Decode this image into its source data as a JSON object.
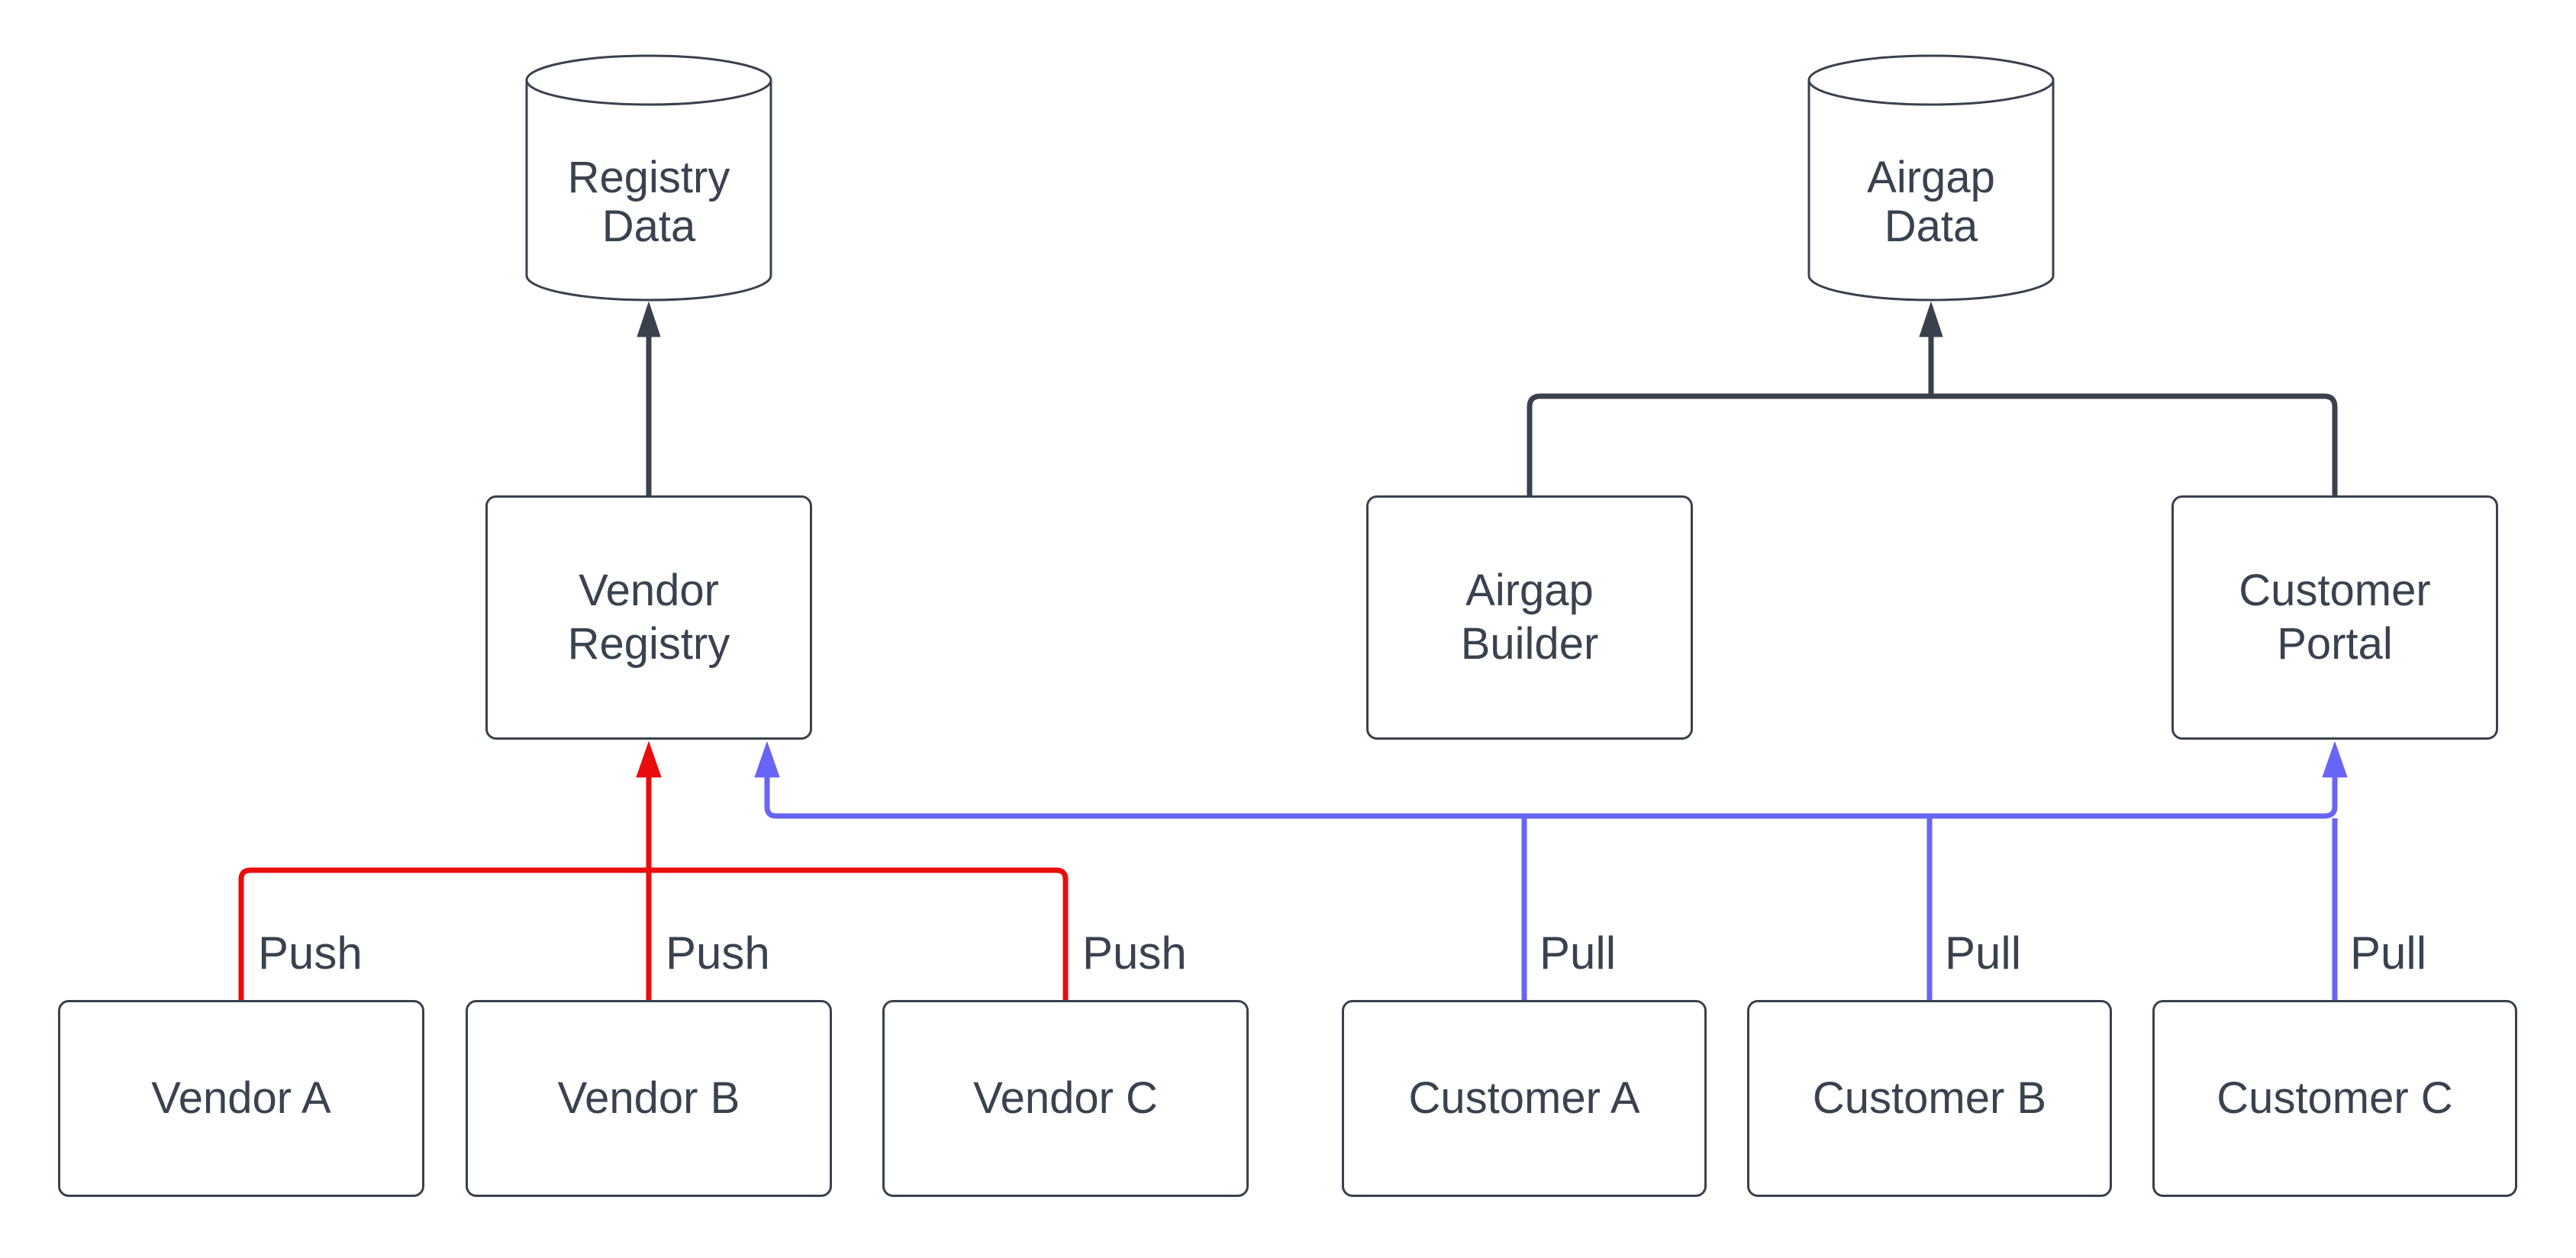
{
  "diagram": {
    "colors": {
      "flow": "#3A414D",
      "push": "#E90D0D",
      "pull": "#6865F6",
      "text": "#39424E"
    },
    "datastores": [
      {
        "id": "registry-data",
        "label": "Registry\nData"
      },
      {
        "id": "airgap-data",
        "label": "Airgap\nData"
      }
    ],
    "services": [
      {
        "id": "vendor-registry",
        "label": "Vendor\nRegistry"
      },
      {
        "id": "airgap-builder",
        "label": "Airgap\nBuilder"
      },
      {
        "id": "customer-portal",
        "label": "Customer\nPortal"
      }
    ],
    "actors": [
      {
        "id": "vendor-a",
        "label": "Vendor A"
      },
      {
        "id": "vendor-b",
        "label": "Vendor B"
      },
      {
        "id": "vendor-c",
        "label": "Vendor C"
      },
      {
        "id": "customer-a",
        "label": "Customer A"
      },
      {
        "id": "customer-b",
        "label": "Customer B"
      },
      {
        "id": "customer-c",
        "label": "Customer C"
      }
    ],
    "edge_labels": [
      {
        "id": "push-vendor-a",
        "label": "Push"
      },
      {
        "id": "push-vendor-b",
        "label": "Push"
      },
      {
        "id": "push-vendor-c",
        "label": "Push"
      },
      {
        "id": "pull-customer-a",
        "label": "Pull"
      },
      {
        "id": "pull-customer-b",
        "label": "Pull"
      },
      {
        "id": "pull-customer-c",
        "label": "Pull"
      }
    ]
  }
}
